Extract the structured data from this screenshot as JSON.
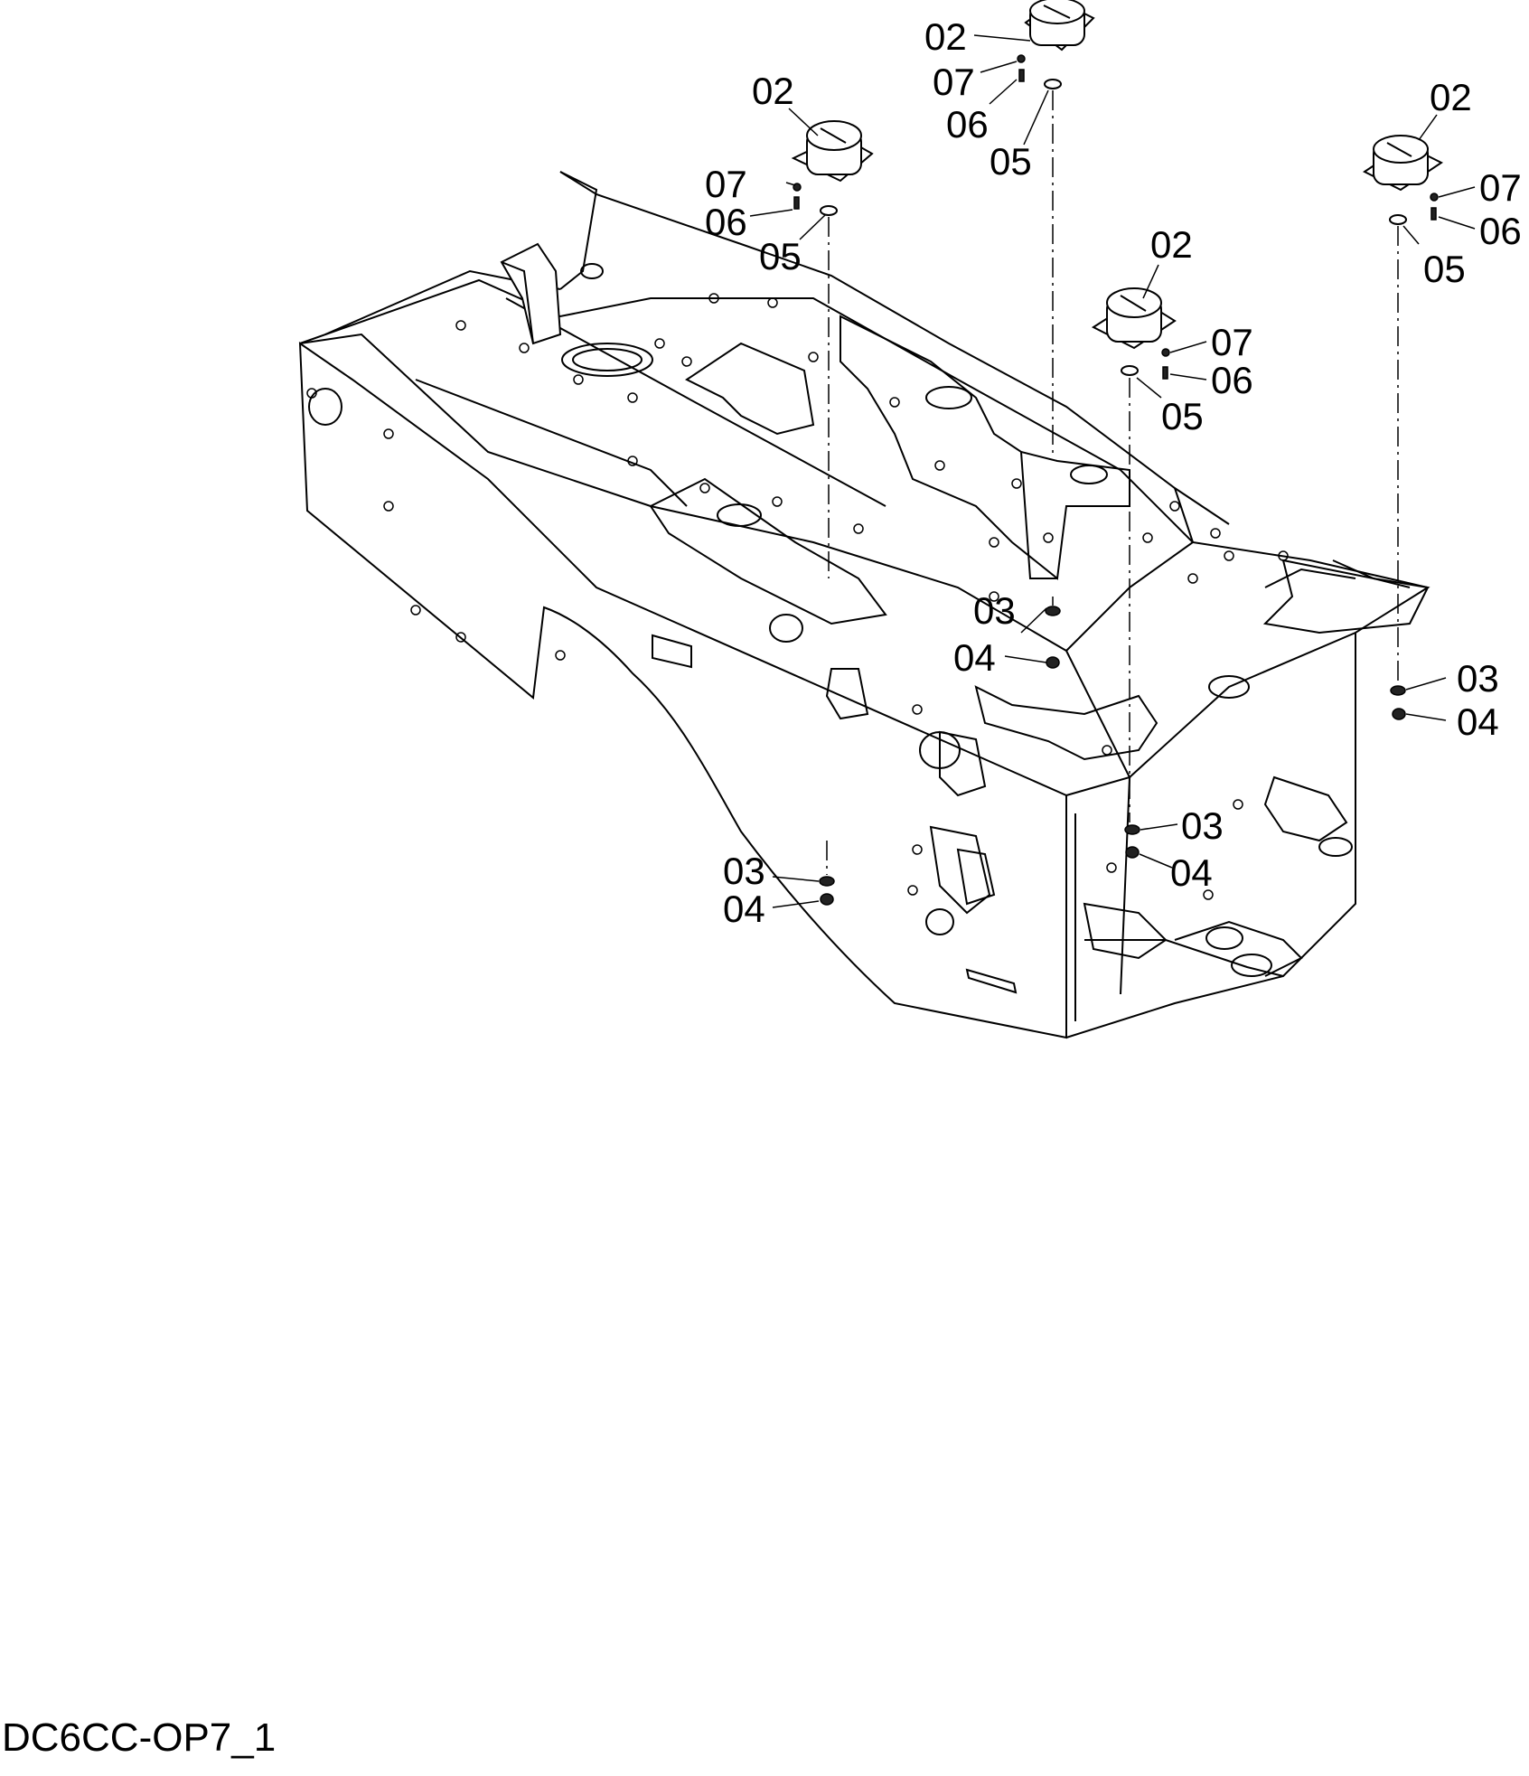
{
  "drawing_code": "DC6CC-OP7_1",
  "callouts": [
    {
      "id": "c1",
      "text": "02"
    },
    {
      "id": "c2",
      "text": "07"
    },
    {
      "id": "c3",
      "text": "06"
    },
    {
      "id": "c4",
      "text": "05"
    },
    {
      "id": "c5",
      "text": "02"
    },
    {
      "id": "c6",
      "text": "07"
    },
    {
      "id": "c7",
      "text": "06"
    },
    {
      "id": "c8",
      "text": "05"
    },
    {
      "id": "c9",
      "text": "02"
    },
    {
      "id": "c10",
      "text": "07"
    },
    {
      "id": "c11",
      "text": "06"
    },
    {
      "id": "c12",
      "text": "05"
    },
    {
      "id": "c13",
      "text": "02"
    },
    {
      "id": "c14",
      "text": "07"
    },
    {
      "id": "c15",
      "text": "06"
    },
    {
      "id": "c16",
      "text": "05"
    },
    {
      "id": "c17",
      "text": "03"
    },
    {
      "id": "c18",
      "text": "04"
    },
    {
      "id": "c19",
      "text": "03"
    },
    {
      "id": "c20",
      "text": "04"
    },
    {
      "id": "c21",
      "text": "03"
    },
    {
      "id": "c22",
      "text": "04"
    },
    {
      "id": "c23",
      "text": "03"
    },
    {
      "id": "c24",
      "text": "04"
    }
  ]
}
